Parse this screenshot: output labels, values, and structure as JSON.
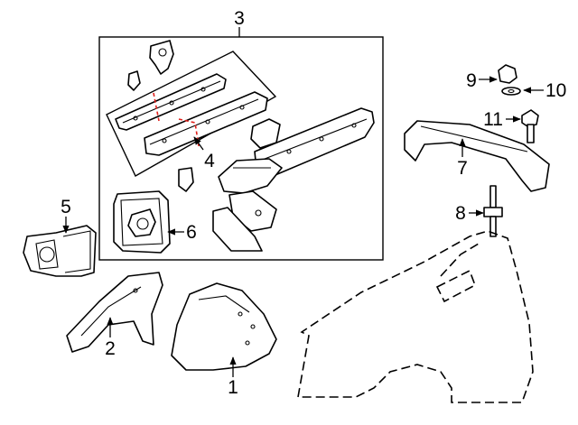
{
  "diagram": {
    "callouts": [
      "1",
      "2",
      "3",
      "4",
      "5",
      "6",
      "7",
      "8",
      "9",
      "10",
      "11"
    ],
    "colors": {
      "line": "#000000",
      "cut_line": "#e0201b",
      "background": "#ffffff"
    }
  }
}
